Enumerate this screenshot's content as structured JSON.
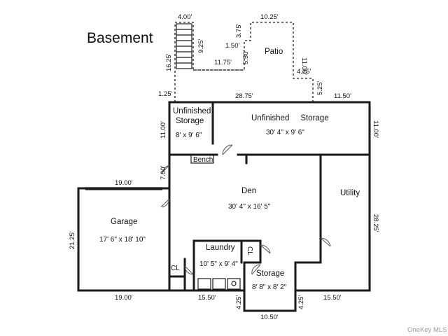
{
  "title": "Basement",
  "rooms": {
    "unfinished_storage_small": {
      "name": "Unfinished\nStorage",
      "size": "8' x 9' 6\""
    },
    "unfinished_storage_large": {
      "name": "Unfinished     Storage",
      "size": "30' 4\" x 9' 6\""
    },
    "bench": "Bench",
    "den": {
      "name": "Den",
      "size": "30' 4\" x 16' 5\""
    },
    "utility": "Utility",
    "garage": {
      "name": "Garage",
      "size": "17' 6\" x 18' 10\""
    },
    "laundry": {
      "name": "Laundry",
      "size": "10' 5\" x 9' 4\""
    },
    "closet_laundry": "CL",
    "closet_garage": "CL",
    "storage": {
      "name": "Storage",
      "size": "8' 8\" x 8' 2\""
    },
    "patio": "Patio"
  },
  "dimensions": {
    "stair_width": "4.00'",
    "patio_top": "10.25'",
    "stair_depth": "9.25'",
    "patio_notch_a": "3.75'",
    "patio_notch_b": "1.50'",
    "patio_notch_c": "5.50'",
    "patio_right": "11.00'",
    "patio_step": "4.25'",
    "patio_bottom_step": "5.25'",
    "left_run": "16.25'",
    "middle_run": "11.75'",
    "offset_left": "1.25'",
    "storage_width": "28.75'",
    "right_segment": "11.50'",
    "storage_height_left": "11.00'",
    "storage_height_right": "11.00'",
    "den_left": "7.00'",
    "garage_top": "19.00'",
    "garage_height": "21.25'",
    "utility_height": "28.25'",
    "garage_bottom": "19.00'",
    "bottom_mid": "15.50'",
    "bottom_right": "15.50'",
    "bump_left": "4.25'",
    "bump_right": "4.25'",
    "bump_width": "10.50'"
  },
  "watermark": "OneKey MLS"
}
